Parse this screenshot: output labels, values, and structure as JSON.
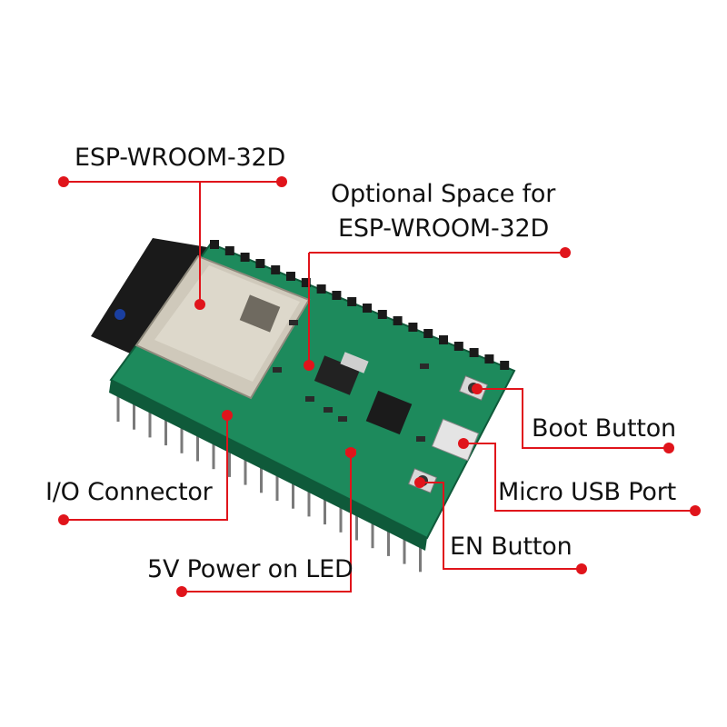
{
  "colors": {
    "callout": "#e0141b",
    "board": "#1d8a5c",
    "board_dark": "#0f5a3a",
    "module_shield": "#c9c4b6",
    "text": "#111111"
  },
  "callouts": [
    {
      "key": "esp_module",
      "text": "ESP-WROOM-32D"
    },
    {
      "key": "optional_space",
      "lines": [
        "Optional Space for",
        "ESP-WROOM-32D"
      ]
    },
    {
      "key": "boot_button",
      "text": "Boot Button"
    },
    {
      "key": "io_connector",
      "text": "I/O Connector"
    },
    {
      "key": "micro_usb",
      "text": "Micro USB Port"
    },
    {
      "key": "en_button",
      "text": "EN Button"
    },
    {
      "key": "power_led",
      "text": "5V Power on LED"
    }
  ]
}
